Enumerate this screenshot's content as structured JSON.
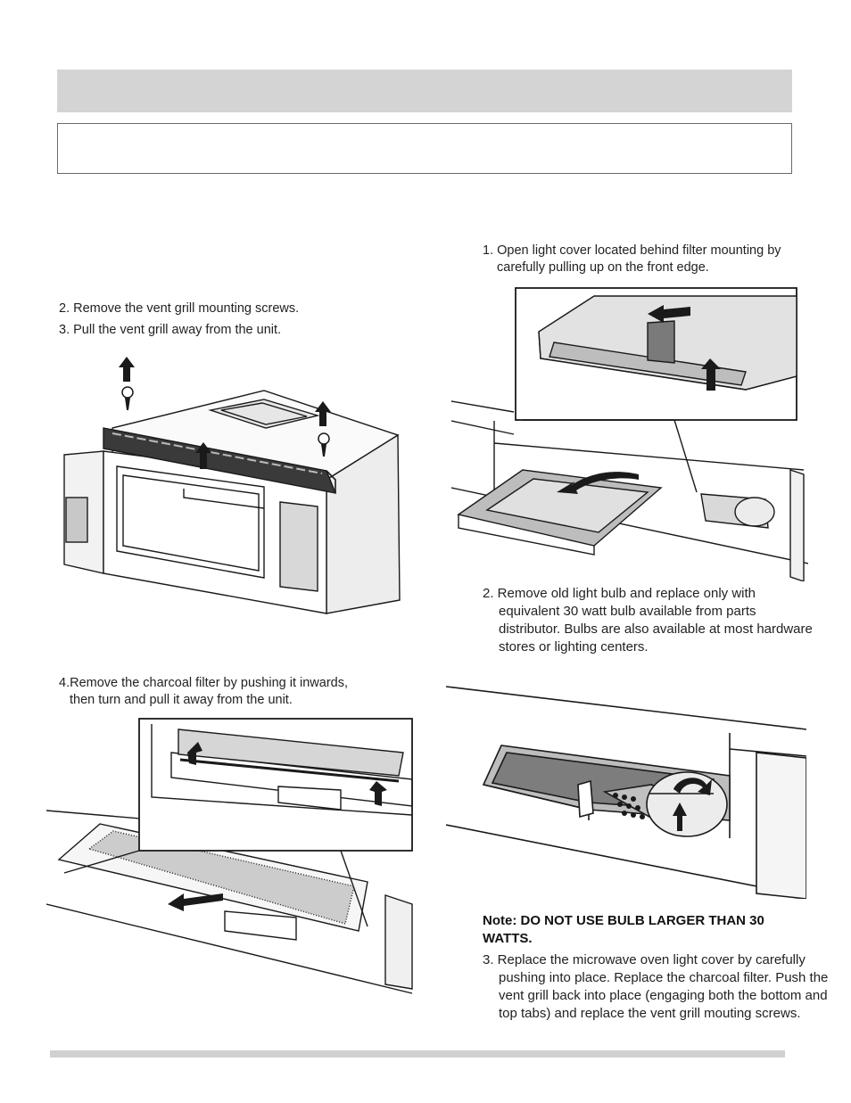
{
  "left_column": {
    "step2": "2. Remove the vent grill mounting screws.",
    "step3": "3. Pull the vent grill away from the unit.",
    "step4_line1": "4.Remove the charcoal filter by pushing it inwards,",
    "step4_line2": "then turn and pull it away from the unit."
  },
  "right_column": {
    "step1_line1": "1. Open light cover located behind filter mounting by",
    "step1_line2": "carefully pulling up on the front edge.",
    "step2": "2. Remove old light bulb and replace only with equivalent 30 watt bulb available from parts distributor. Bulbs are also available at most hardware stores or lighting centers.",
    "note": "Note: DO NOT USE BULB LARGER THAN 30 WATTS.",
    "step3": "3. Replace the microwave oven light cover by carefully pushing into place. Replace the charcoal filter. Push the vent grill back into place (engaging both the bottom and top tabs) and replace the vent grill mouting screws."
  },
  "colors": {
    "header_bar": "#d4d4d4",
    "footer_bar": "#d0d0d0",
    "line_art": "#1a1a1a",
    "panel_grey": "#bdbdbd",
    "dark_grey": "#7a7a7a"
  },
  "icons": [
    "screw-icon",
    "arrow-up-icon",
    "curved-arrow-icon",
    "light-bulb-icon"
  ]
}
